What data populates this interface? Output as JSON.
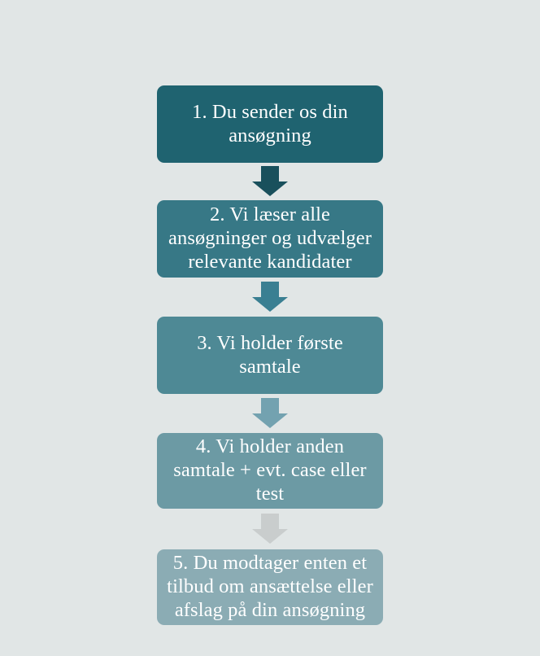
{
  "page": {
    "title": "Rekrutteringsproces flowchart",
    "background_color": "#e1e6e6",
    "direction": "top-to-bottom"
  },
  "flow": {
    "steps": [
      {
        "id": "step-1",
        "number": "1",
        "label": "1. Du sender os din ansøgning",
        "color": "#1f6370",
        "text_color": "#ffffff"
      },
      {
        "id": "step-2",
        "number": "2",
        "label": "2. Vi læser alle ansøgninger og udvælger relevante kandidater",
        "color": "#377886",
        "text_color": "#ffffff"
      },
      {
        "id": "step-3",
        "number": "3",
        "label": "3. Vi holder første samtale",
        "color": "#4e8995",
        "text_color": "#ffffff"
      },
      {
        "id": "step-4",
        "number": "4",
        "label": "4. Vi holder anden samtale + evt. case eller test",
        "color": "#6c9aa4",
        "text_color": "#ffffff"
      },
      {
        "id": "step-5",
        "number": "5",
        "label": "5. Du modtager enten et tilbud om ansættelse eller afslag på din ansøgning",
        "color": "#8bacb4",
        "text_color": "#ffffff"
      }
    ],
    "connectors": [
      {
        "id": "arrow-1",
        "icon": "arrow-down-icon",
        "color": "#19505c",
        "from": "step-1",
        "to": "step-2"
      },
      {
        "id": "arrow-2",
        "icon": "arrow-down-icon",
        "color": "#3a7f92",
        "from": "step-2",
        "to": "step-3"
      },
      {
        "id": "arrow-3",
        "icon": "arrow-down-icon",
        "color": "#73a2b0",
        "from": "step-3",
        "to": "step-4"
      },
      {
        "id": "arrow-4",
        "icon": "arrow-down-icon",
        "color": "#c9cdcd",
        "from": "step-4",
        "to": "step-5"
      }
    ]
  }
}
